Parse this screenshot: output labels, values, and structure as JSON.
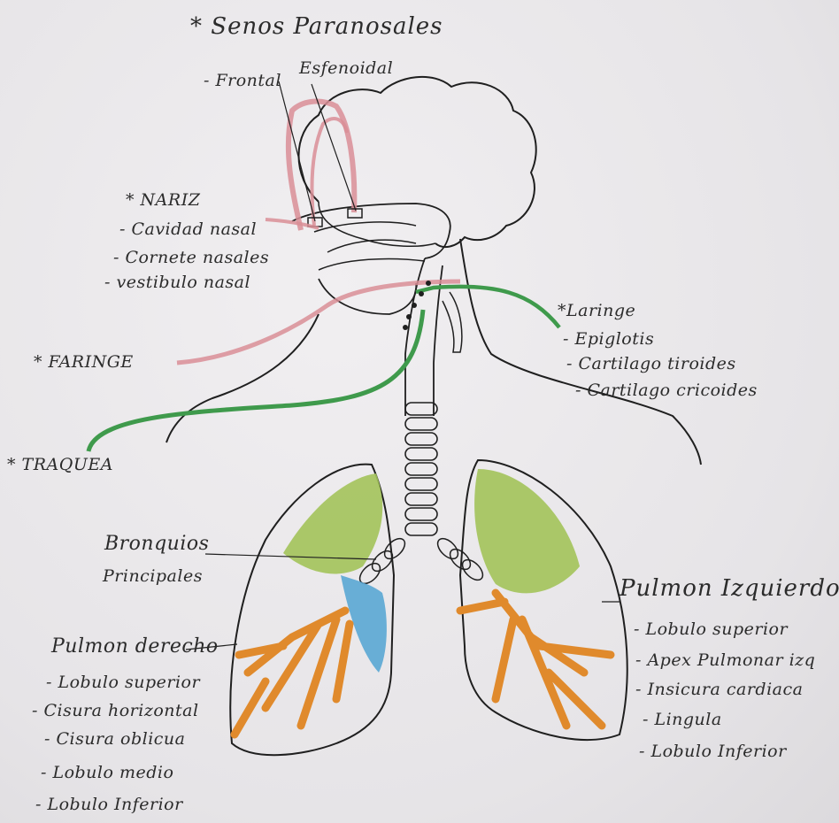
{
  "labels": {
    "senos": "* Senos Paranosales",
    "frontal": "- Frontal",
    "esfenoidal": "Esfenoidal",
    "nariz": "* NARIZ",
    "nariz_1": "- Cavidad nasal",
    "nariz_2": "- Cornete nasales",
    "nariz_3": "- vestibulo nasal",
    "faringe": "* FARINGE",
    "tráquea": "* TRAQUEA",
    "laringe": "*Laringe",
    "laringe_1": "- Epiglotis",
    "laringe_2": "- Cartilago tiroides",
    "laringe_3": "- Cartilago cricoides",
    "bronquios_1": "Bronquios",
    "bronquios_2": "Principales",
    "pulmon_izq": "Pulmon Izquierdo",
    "pulmon_izq_1": "- Lobulo superior",
    "pulmon_izq_2": "- Apex Pulmonar izq",
    "pulmon_izq_3": "- Insicura cardiaca",
    "pulmon_izq_4": "- Lingula",
    "pulmon_izq_5": "- Lobulo Inferior",
    "pulmon_der": "Pulmon derecho",
    "pulmon_der_1": "- Lobulo superior",
    "pulmon_der_2": "- Cisura horizontal",
    "pulmon_der_3": "- Cisura oblicua",
    "pulmon_der_4": "- Lobulo medio",
    "pulmon_der_5": "- Lobulo Inferior"
  },
  "colors": {
    "ink": "#1f1f1f",
    "pink": "#d98e96",
    "green_line": "#3f9a4c",
    "lobe_green": "#a3c35a",
    "lobe_orange": "#e08a2c",
    "lobe_blue": "#5aa7d4"
  }
}
